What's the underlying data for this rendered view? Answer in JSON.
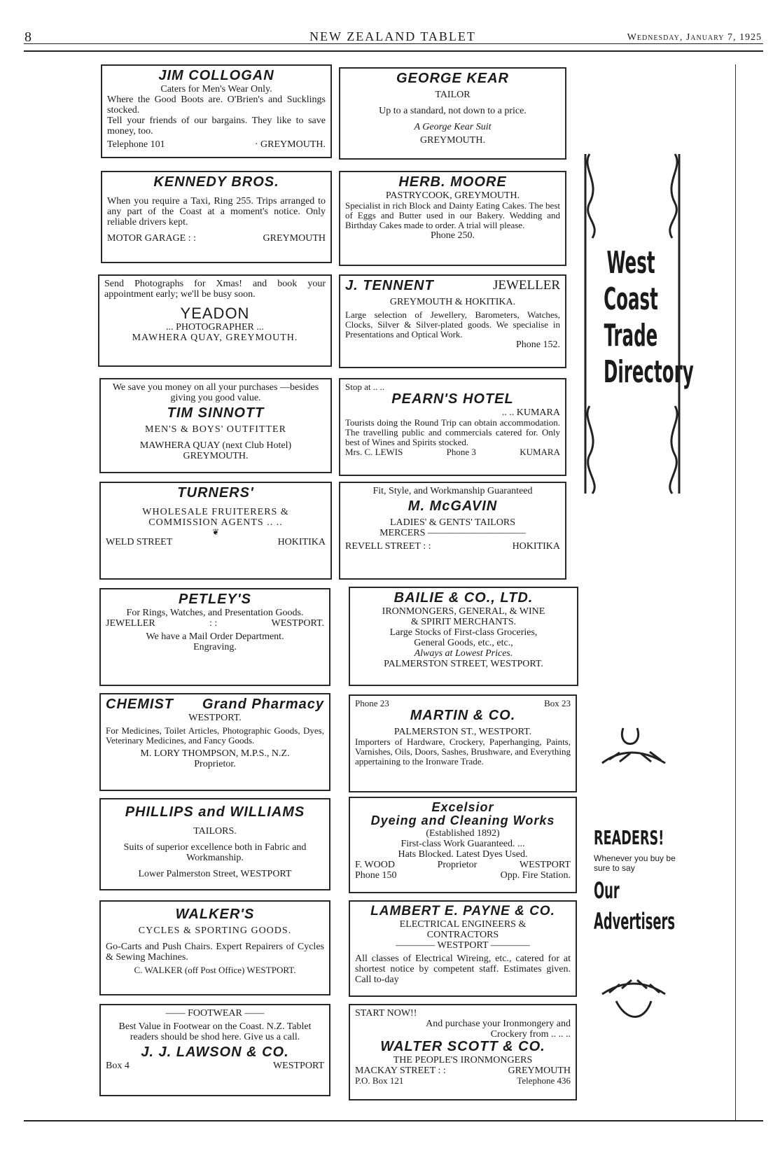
{
  "header": {
    "page": "8",
    "title": "NEW ZEALAND TABLET",
    "date": "Wednesday, January 7, 1925"
  },
  "ads": {
    "collogan": {
      "name": "JIM COLLOGAN",
      "l1": "Caters for Men's Wear Only.",
      "l2": "Where the Good Boots are. O'Brien's and Sucklings stocked.",
      "l3": "Tell your friends of our bargains. They like to save money, too.",
      "phone": "Telephone 101",
      "town": "· GREYMOUTH."
    },
    "kear": {
      "name": "GEORGE KEAR",
      "l1": "TAILOR",
      "l2": "Up to a standard, not down to a price.",
      "l3": "A George Kear Suit",
      "town": "GREYMOUTH."
    },
    "kennedy": {
      "name": "KENNEDY BROS.",
      "l1": "When you require a Taxi, Ring 255. Trips arranged to any part of the Coast at a moment's notice. Only reliable drivers kept.",
      "left": "MOTOR GARAGE  : :",
      "right": "GREYMOUTH"
    },
    "moore": {
      "name": "HERB. MOORE",
      "l1": "PASTRYCOOK, GREYMOUTH.",
      "l2": "Specialist in rich Block and Dainty Eating Cakes. The best of Eggs and Butter used in our Bakery. Wedding and Birthday Cakes made to order. A trial will please.",
      "phone": "Phone 250."
    },
    "yeadon": {
      "l1": "Send Photographs for Xmas! and book your appointment early; we'll be busy soon.",
      "name": "YEADON",
      "l2": "... PHOTOGRAPHER ...",
      "l3": "MAWHERA QUAY, GREYMOUTH."
    },
    "tennent": {
      "name": "J. TENNENT",
      "trade": "JEWELLER",
      "l1": "GREYMOUTH & HOKITIKA.",
      "l2": "Large selection of Jewellery, Barometers, Watches, Clocks, Silver & Silver-plated goods. We specialise in Presentations and Optical Work.",
      "phone": "Phone 152."
    },
    "sinnott": {
      "l1": "We save you money on all your purchases —besides giving you good value.",
      "name": "TIM SINNOTT",
      "l2": "MEN'S & BOYS' OUTFITTER",
      "l3": "MAWHERA QUAY (next Club Hotel)",
      "l4": "GREYMOUTH."
    },
    "pearn": {
      "l1": "Stop at .. ..",
      "name": "PEARN'S HOTEL",
      "l2": ".. .. KUMARA",
      "l3": "Tourists doing the Round Trip can obtain accommodation. The travelling public and commercials catered for. Only best of Wines and Spirits stocked.",
      "left": "Mrs. C. LEWIS",
      "mid": "Phone 3",
      "right": "KUMARA"
    },
    "turners": {
      "name": "TURNERS'",
      "l1": "WHOLESALE FRUITERERS &",
      "l2": "COMMISSION AGENTS .. ..",
      "orn": "❦",
      "left": "WELD STREET",
      "right": "HOKITIKA"
    },
    "mcgavin": {
      "l1": "Fit, Style, and Workmanship Guaranteed",
      "name": "M. McGAVIN",
      "l2": "LADIES' & GENTS' TAILORS",
      "l3": "MERCERS ——————————",
      "left": "REVELL STREET  : :",
      "right": "HOKITIKA"
    },
    "petley": {
      "name": "PETLEY'S",
      "l1": "For Rings, Watches, and Presentation Goods.",
      "left": "JEWELLER",
      "mid": ": :",
      "right": "WESTPORT.",
      "l2": "We have a Mail Order Department.",
      "l3": "Engraving."
    },
    "bailie": {
      "name": "BAILIE & CO., LTD.",
      "l1": "IRONMONGERS, GENERAL, & WINE",
      "l2": "& SPIRIT MERCHANTS.",
      "l3": "Large Stocks of First-class Groceries,",
      "l4": "General Goods, etc., etc.,",
      "l5": "Always at Lowest Prices.",
      "l6": "PALMERSTON STREET, WESTPORT."
    },
    "chemist": {
      "name": "CHEMIST",
      "name2": "Grand Pharmacy",
      "l1": "WESTPORT.",
      "l2": "For Medicines, Toilet Articles, Photographic Goods, Dyes, Veterinary Medicines, and Fancy Goods.",
      "l3": "M. LORY THOMPSON, M.P.S., N.Z.",
      "l4": "Proprietor."
    },
    "martin": {
      "left": "Phone 23",
      "right": "Box 23",
      "name": "MARTIN & CO.",
      "l1": "PALMERSTON ST., WESTPORT.",
      "l2": "Importers of Hardware, Crockery, Paperhanging, Paints, Varnishes, Oils, Doors, Sashes, Brushware, and Everything appertaining to the Ironware Trade."
    },
    "phillips": {
      "name": "PHILLIPS and WILLIAMS",
      "l1": "TAILORS.",
      "l2": "Suits of superior excellence both in Fabric and Workmanship.",
      "l3": "Lower Palmerston Street, WESTPORT"
    },
    "excelsior": {
      "name": "Excelsior",
      "name2": "Dyeing and Cleaning Works",
      "l1": "(Established 1892)",
      "l2": "First-class Work Guaranteed. ...",
      "l3": "Hats Blocked. Latest Dyes Used.",
      "a1": "F. WOOD",
      "a2": "Proprietor",
      "a3": "WESTPORT",
      "b1": "Phone 150",
      "b2": "Opp. Fire Station."
    },
    "walker": {
      "name": "WALKER'S",
      "l1": "CYCLES & SPORTING GOODS.",
      "l2": "Go-Carts and Push Chairs. Expert Repairers of Cycles & Sewing Machines.",
      "l3": "C. WALKER (off Post Office) WESTPORT."
    },
    "payne": {
      "name": "LAMBERT E. PAYNE & CO.",
      "l1": "ELECTRICAL ENGINEERS &",
      "l2": "CONTRACTORS",
      "l3": "———— WESTPORT ————",
      "l4": "All classes of Electrical Wireing, etc., catered for at shortest notice by competent staff. Estimates given. Call to-day"
    },
    "lawson": {
      "l1": "—— FOOTWEAR ——",
      "l2": "Best Value in Footwear on the Coast. N.Z. Tablet readers should be shod here. Give us a call.",
      "name": "J. J. LAWSON & CO.",
      "left": "Box 4",
      "right": "WESTPORT"
    },
    "scott": {
      "l1": "START NOW!!",
      "l2": "And purchase your Ironmongery and Crockery from .. .. ..",
      "name": "WALTER SCOTT & CO.",
      "l3": "THE PEOPLE'S IRONMONGERS",
      "left": "MACKAY STREET : :",
      "right": "GREYMOUTH",
      "b1": "P.O. Box 121",
      "b2": "Telephone 436"
    }
  },
  "sidebar": {
    "directory": [
      "West",
      "Coast",
      "Trade",
      "Directory"
    ],
    "readers": "READERS!",
    "readers_line": "Whenever you buy be sure to say",
    "advertisers": [
      "Our",
      "Advertisers"
    ]
  },
  "colors": {
    "ink": "#1b1b1b",
    "paper": "#ffffff"
  }
}
